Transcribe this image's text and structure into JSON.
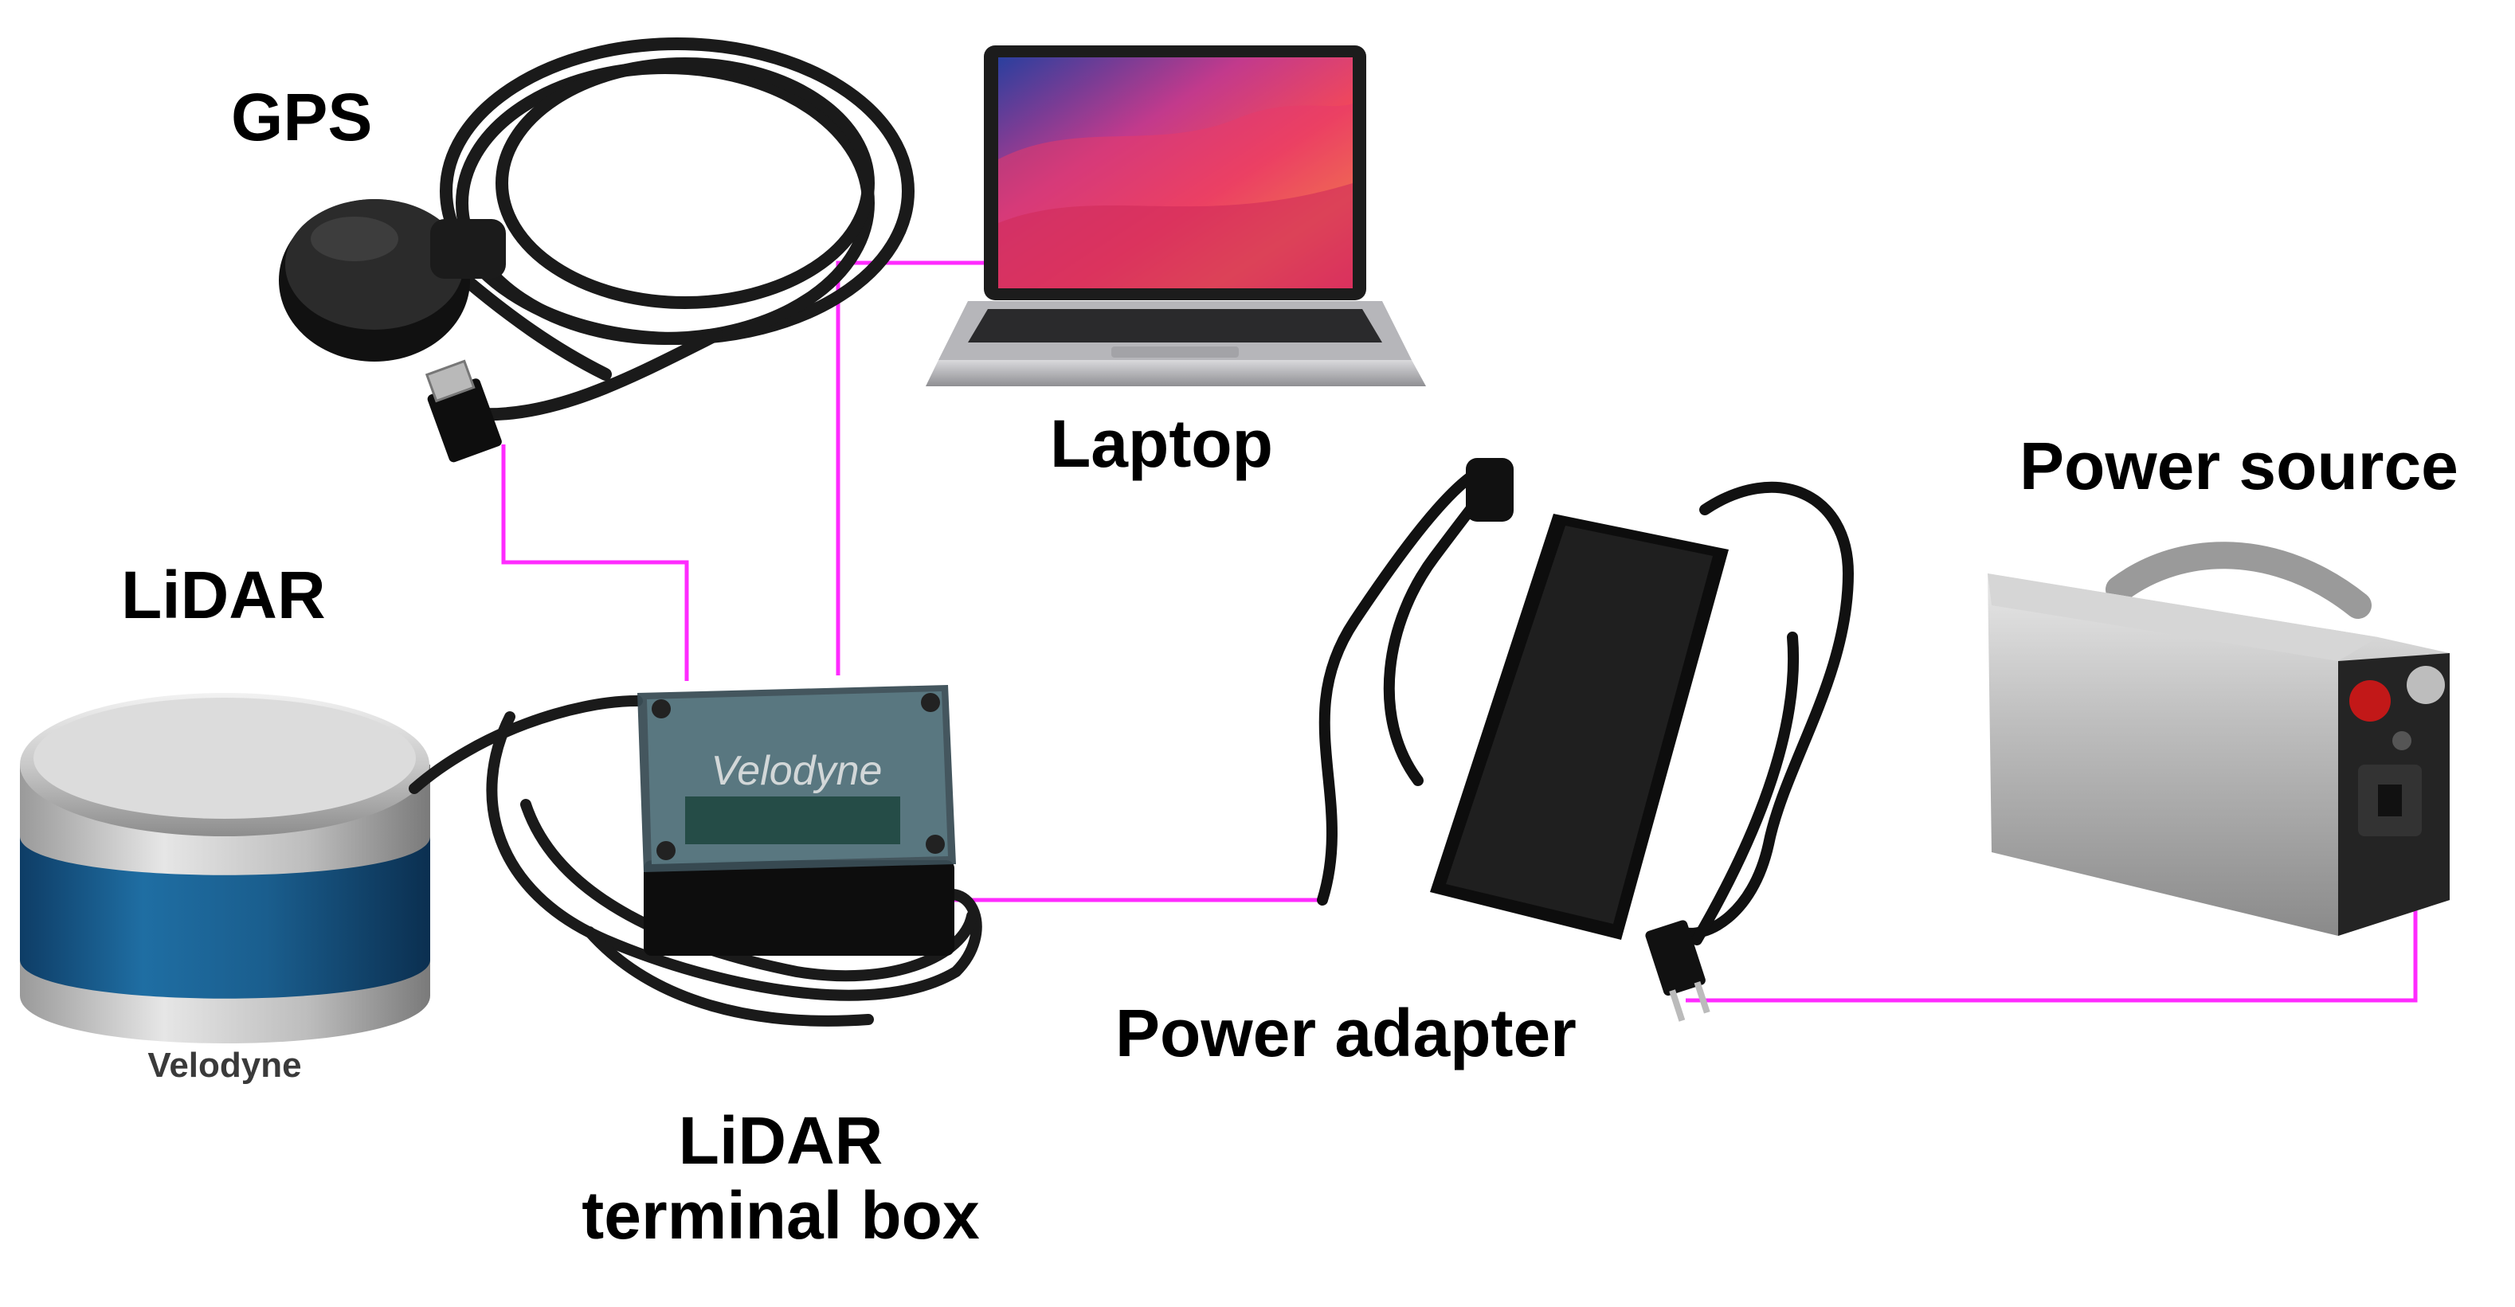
{
  "labels": {
    "gps": "GPS",
    "laptop": "Laptop",
    "power_source": "Power source",
    "lidar": "LiDAR",
    "power_adapter": "Power adapter",
    "terminal_box_line1": "LiDAR",
    "terminal_box_line2": "terminal box"
  },
  "device_text": {
    "lidar_brand": "Velodyne",
    "box_brand": "Velodyne"
  },
  "colors": {
    "connection": "#ff2bff",
    "background": "#ffffff",
    "label": "#000000"
  },
  "connections": [
    {
      "from": "gps",
      "to": "lidar-terminal-box"
    },
    {
      "from": "laptop",
      "to": "lidar-terminal-box"
    },
    {
      "from": "lidar-terminal-box",
      "to": "power-adapter"
    },
    {
      "from": "power-adapter",
      "to": "power-source"
    }
  ]
}
